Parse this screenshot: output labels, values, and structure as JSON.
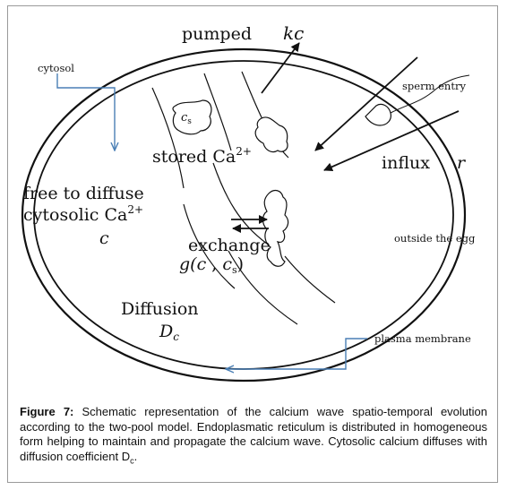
{
  "diagram": {
    "labels": {
      "pumped": "pumped",
      "pumped_rate": "kc",
      "cytosol": "cytosol",
      "sperm_entry": "sperm entry",
      "cs_sym": "c",
      "cs_sub": "s",
      "stored_ca": "stored Ca",
      "stored_ca_sup": "2+",
      "influx": "influx",
      "influx_rate": "r",
      "free_line1": "free to diffuse",
      "free_line2": "cytosolic Ca",
      "free_line2_sup": "2+",
      "free_var": "c",
      "outside_egg": "outside the egg",
      "exchange": "exchange",
      "exchange_fn_g": "g(",
      "exchange_fn_c": "c",
      "exchange_fn_comma": " , ",
      "exchange_fn_cs": "c",
      "exchange_fn_cs_sub": "s",
      "exchange_fn_close": ")",
      "diffusion": "Diffusion",
      "diffusion_sym": "D",
      "diffusion_sub": "c",
      "plasma_membrane": "plasma membrane"
    },
    "colors": {
      "pointer_arrow": "#4a7fb5",
      "ink": "#111111"
    }
  },
  "caption": {
    "figure_label": "Figure 7:",
    "text": " Schematic representation of the calcium wave spatio-temporal evolution according to the two-pool model. Endoplasmatic reticulum is distributed in homogeneous form helping to maintain and propagate the calcium wave. Cytosolic calcium diffuses with diffusion coefficient D",
    "text_sub": "c",
    "text_end": "."
  }
}
